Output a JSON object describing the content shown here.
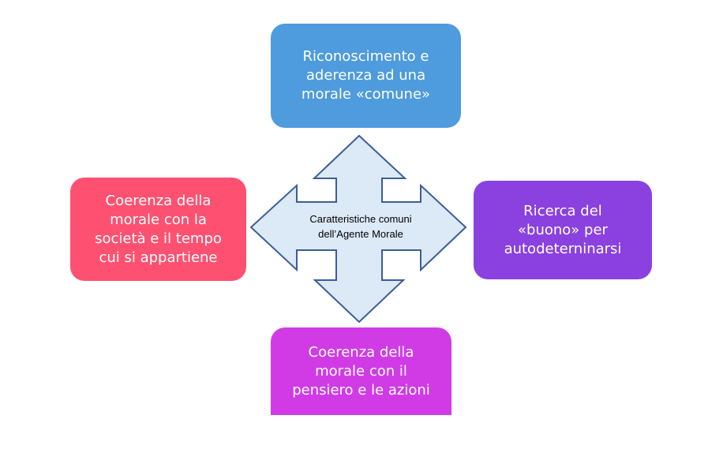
{
  "diagram": {
    "center": {
      "lines": [
        "Caratteristiche comuni",
        "dell’Agente Morale"
      ]
    },
    "nodes": {
      "top": {
        "lines": [
          "Riconoscimento e",
          "aderenza ad una",
          "morale «comune»"
        ],
        "color": "#4e9bdd"
      },
      "left": {
        "lines": [
          "Coerenza della",
          "morale con la",
          "società e il tempo",
          "cui si appartiene"
        ],
        "color": "#fe5171"
      },
      "right": {
        "lines": [
          "Ricerca del",
          "«buono» per",
          "autodeterninarsi"
        ],
        "color": "#8a41df"
      },
      "bottom": {
        "lines": [
          "Coerenza della",
          "morale con il",
          "pensiero e le azioni"
        ],
        "color": "#d03be6"
      }
    },
    "arrow": {
      "fill": "#dce9f6",
      "stroke": "#3b5f98"
    }
  }
}
